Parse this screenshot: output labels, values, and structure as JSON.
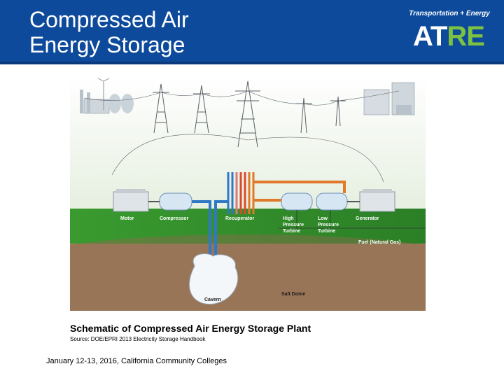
{
  "slide": {
    "title_line1": "Compressed Air",
    "title_line2": "Energy Storage",
    "caption": "Schematic of Compressed Air Energy Storage Plant",
    "source": "Source: DOE/EPRI 2013 Electricity Storage Handbook",
    "footer": "January 12-13, 2016, California Community Colleges"
  },
  "logo": {
    "top": "Transportation + Energy",
    "at": "AT",
    "re": "RE"
  },
  "diagram": {
    "labels": {
      "motor": "Motor",
      "compressor": "Compressor",
      "recuperator": "Recuperator",
      "hp1": "High",
      "hp2": "Pressure",
      "hp3": "Turbine",
      "lp1": "Low",
      "lp2": "Pressure",
      "lp3": "Turbine",
      "generator": "Generator",
      "fuel": "Fuel (Natural Gas)",
      "cavern": "Cavern",
      "saltdome": "Salt Dome"
    },
    "colors": {
      "sky": "#eef4ea",
      "grass": "#2f8a2a",
      "soil": "#a0795a",
      "blue_pipe": "#2f78c6",
      "red_pipe": "#d94a2a",
      "orange_pipe": "#e07a2a"
    }
  }
}
